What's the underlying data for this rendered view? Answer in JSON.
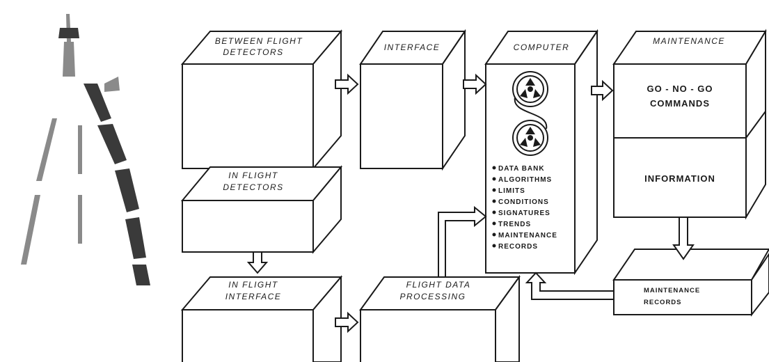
{
  "boxes": {
    "between_flight_detectors": {
      "title_line1": "BETWEEN FLIGHT",
      "title_line2": "DETECTORS"
    },
    "interface": {
      "title": "INTERFACE"
    },
    "computer": {
      "title": "COMPUTER",
      "list": [
        "DATA BANK",
        "ALGORITHMS",
        "LIMITS",
        "CONDITIONS",
        "SIGNATURES",
        "TRENDS",
        "MAINTENANCE",
        "RECORDS"
      ]
    },
    "maintenance": {
      "title": "MAINTENANCE",
      "upper_line1": "GO - NO - GO",
      "upper_line2": "COMMANDS",
      "lower": "INFORMATION"
    },
    "in_flight_detectors": {
      "title_line1": "IN FLIGHT",
      "title_line2": "DETECTORS"
    },
    "in_flight_interface": {
      "title_line1": "IN FLIGHT",
      "title_line2": "INTERFACE"
    },
    "flight_data_processing": {
      "title_line1": "FLIGHT DATA",
      "title_line2": "PROCESSING"
    },
    "maintenance_records": {
      "line1": "MAINTENANCE",
      "line2": "RECORDS"
    }
  },
  "icons": {
    "reel_top": "tape-reel-icon",
    "reel_bottom": "tape-reel-icon",
    "tower": "aircraft-tower-illustration"
  },
  "colors": {
    "ink": "#1a1a1a",
    "paper": "#ffffff"
  }
}
